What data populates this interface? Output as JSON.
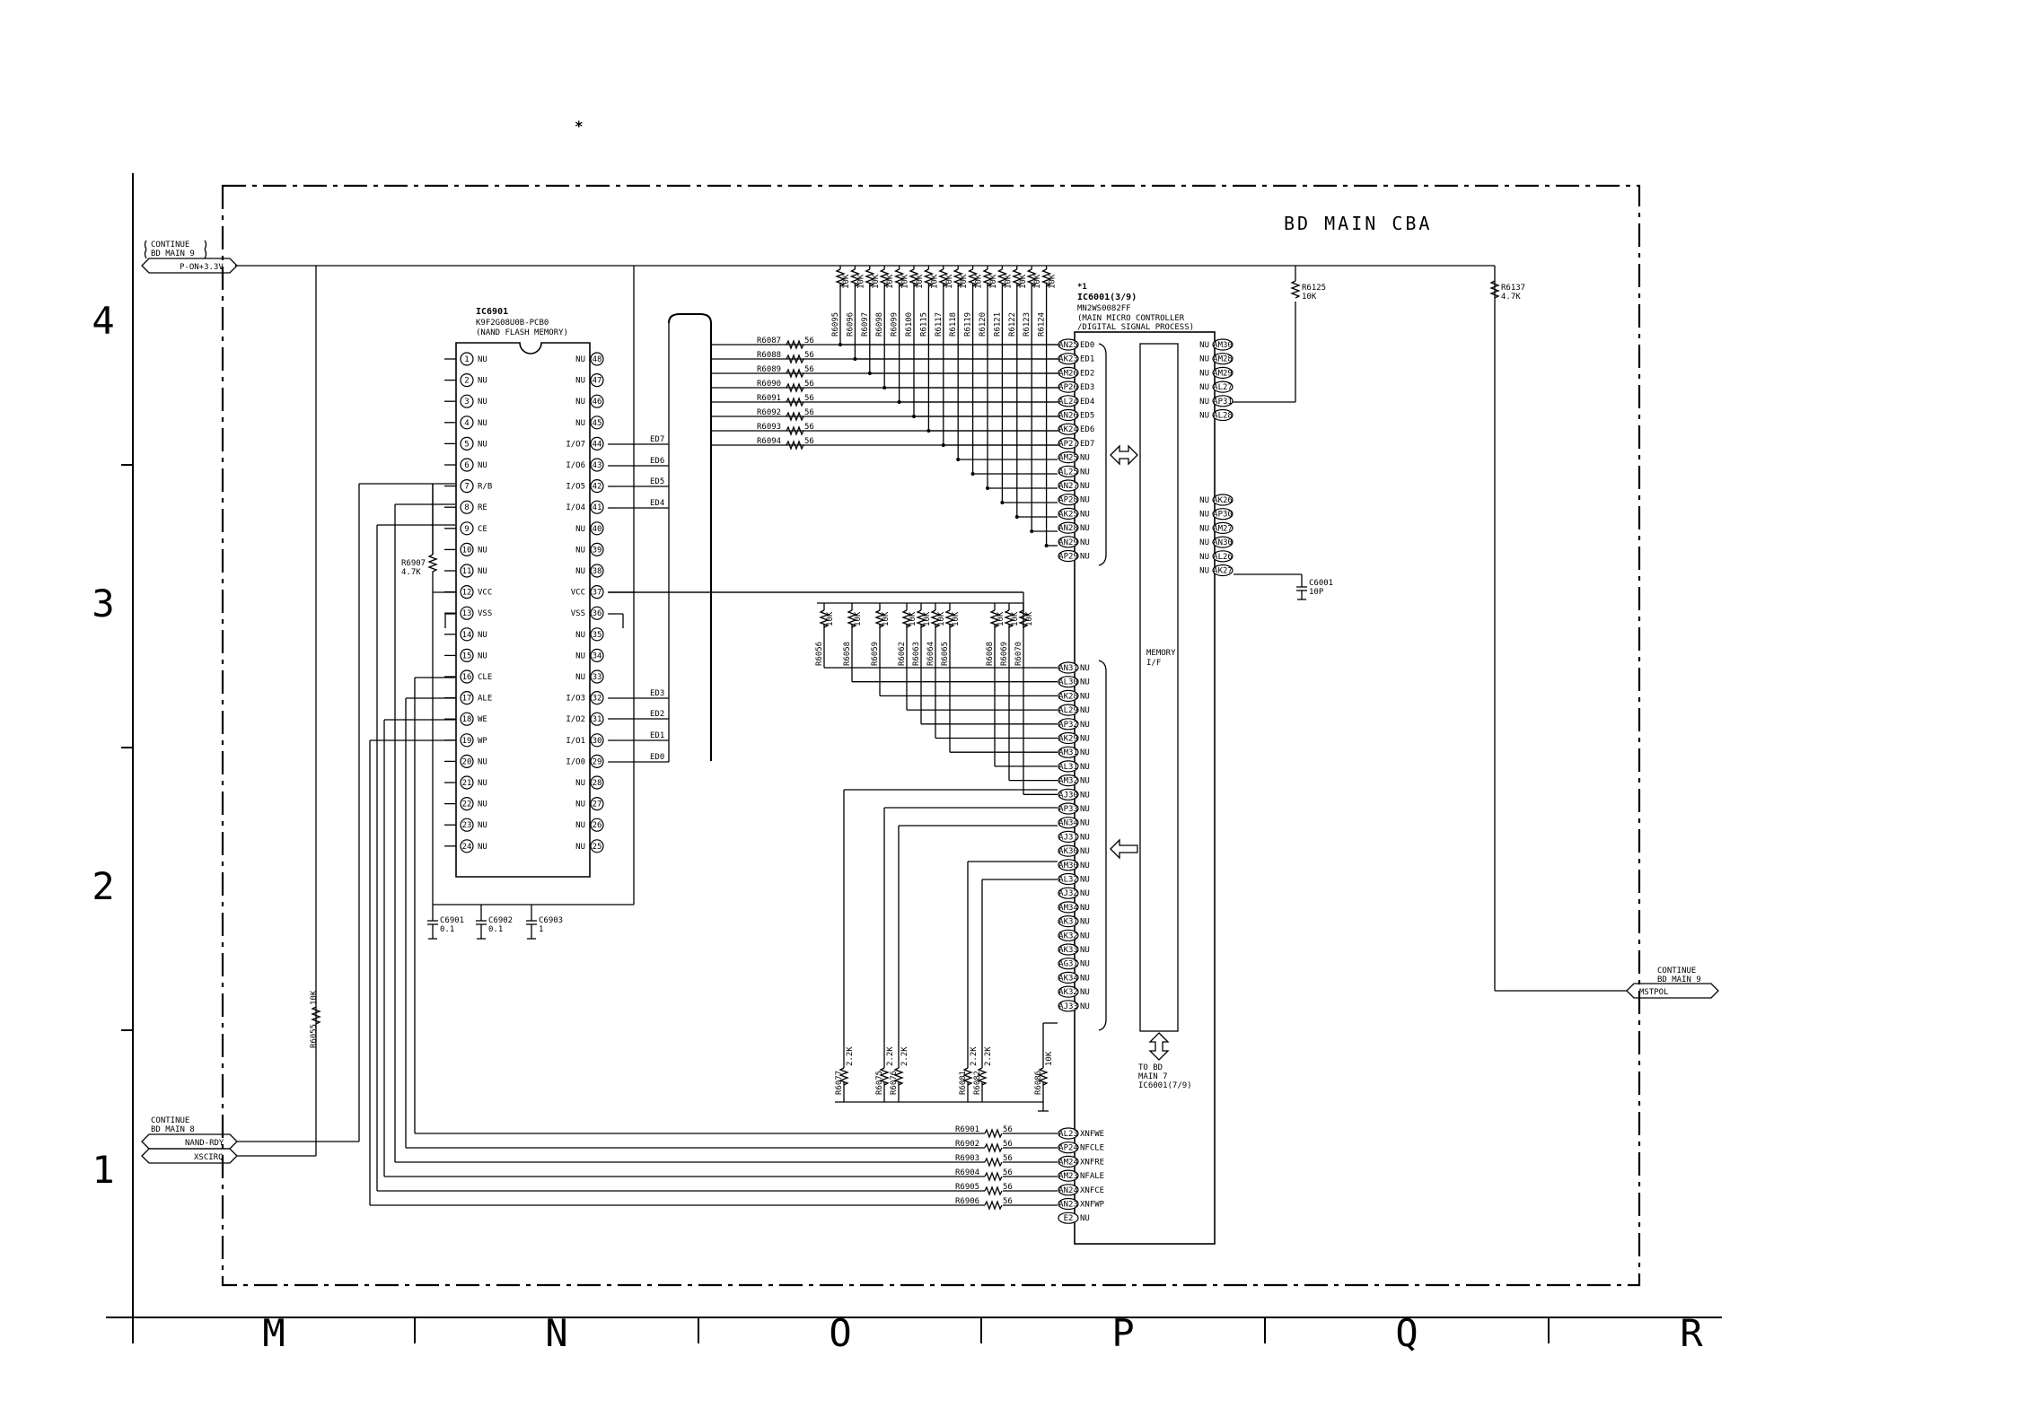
{
  "header": {
    "mark": "*"
  },
  "board_title": "BD MAIN CBA",
  "grid": {
    "rows": [
      "4",
      "3",
      "2",
      "1"
    ],
    "cols": [
      "M",
      "N",
      "O",
      "P",
      "Q",
      "R"
    ]
  },
  "connectors": {
    "top_left": {
      "note": [
        "CONTINUE",
        "BD MAIN 9"
      ],
      "signal": "P-ON+3.3V"
    },
    "bottom_left": {
      "note": [
        "CONTINUE",
        "BD MAIN 8"
      ],
      "signals": [
        "NAND-RDY",
        "XSCIRQ"
      ]
    },
    "right": {
      "note": [
        "CONTINUE",
        "BD MAIN 9"
      ],
      "signal": "MSTPOL"
    }
  },
  "ic6901": {
    "ref": "IC6901",
    "part": "K9F2G08U0B-PCB0",
    "desc": "(NAND FLASH MEMORY)",
    "left_pins": [
      {
        "n": "1",
        "l": "NU"
      },
      {
        "n": "2",
        "l": "NU"
      },
      {
        "n": "3",
        "l": "NU"
      },
      {
        "n": "4",
        "l": "NU"
      },
      {
        "n": "5",
        "l": "NU"
      },
      {
        "n": "6",
        "l": "NU"
      },
      {
        "n": "7",
        "l": "R/B"
      },
      {
        "n": "8",
        "l": "RE"
      },
      {
        "n": "9",
        "l": "CE"
      },
      {
        "n": "10",
        "l": "NU"
      },
      {
        "n": "11",
        "l": "NU"
      },
      {
        "n": "12",
        "l": "VCC"
      },
      {
        "n": "13",
        "l": "VSS"
      },
      {
        "n": "14",
        "l": "NU"
      },
      {
        "n": "15",
        "l": "NU"
      },
      {
        "n": "16",
        "l": "CLE"
      },
      {
        "n": "17",
        "l": "ALE"
      },
      {
        "n": "18",
        "l": "WE"
      },
      {
        "n": "19",
        "l": "WP"
      },
      {
        "n": "20",
        "l": "NU"
      },
      {
        "n": "21",
        "l": "NU"
      },
      {
        "n": "22",
        "l": "NU"
      },
      {
        "n": "23",
        "l": "NU"
      },
      {
        "n": "24",
        "l": "NU"
      }
    ],
    "right_pins": [
      {
        "n": "48",
        "l": "NU"
      },
      {
        "n": "47",
        "l": "NU"
      },
      {
        "n": "46",
        "l": "NU"
      },
      {
        "n": "45",
        "l": "NU"
      },
      {
        "n": "44",
        "l": "I/O7"
      },
      {
        "n": "43",
        "l": "I/O6"
      },
      {
        "n": "42",
        "l": "I/O5"
      },
      {
        "n": "41",
        "l": "I/O4"
      },
      {
        "n": "40",
        "l": "NU"
      },
      {
        "n": "39",
        "l": "NU"
      },
      {
        "n": "38",
        "l": "NU"
      },
      {
        "n": "37",
        "l": "VCC"
      },
      {
        "n": "36",
        "l": "VSS"
      },
      {
        "n": "35",
        "l": "NU"
      },
      {
        "n": "34",
        "l": "NU"
      },
      {
        "n": "33",
        "l": "NU"
      },
      {
        "n": "32",
        "l": "I/O3"
      },
      {
        "n": "31",
        "l": "I/O2"
      },
      {
        "n": "30",
        "l": "I/O1"
      },
      {
        "n": "29",
        "l": "I/O0"
      },
      {
        "n": "28",
        "l": "NU"
      },
      {
        "n": "27",
        "l": "NU"
      },
      {
        "n": "26",
        "l": "NU"
      },
      {
        "n": "25",
        "l": "NU"
      }
    ],
    "bus_labels": [
      "ED7",
      "ED6",
      "ED5",
      "ED4",
      "ED3",
      "ED2",
      "ED1",
      "ED0"
    ]
  },
  "ic6001": {
    "mark": "*1",
    "ref": "IC6001(3/9)",
    "part": "MN2WS0082FF",
    "desc1": "(MAIN MICRO CONTROLLER",
    "desc2": "/DIGITAL SIGNAL PROCESS)",
    "memory_if": [
      "MEMORY",
      "I/F"
    ],
    "to_note": [
      "TO BD",
      "MAIN 7",
      "IC6001(7/9)"
    ],
    "left_top": [
      {
        "b": "AN25",
        "l": "ED0"
      },
      {
        "b": "AK23",
        "l": "ED1"
      },
      {
        "b": "AM26",
        "l": "ED2"
      },
      {
        "b": "AP26",
        "l": "ED3"
      },
      {
        "b": "AL24",
        "l": "ED4"
      },
      {
        "b": "AN26",
        "l": "ED5"
      },
      {
        "b": "AK24",
        "l": "ED6"
      },
      {
        "b": "AP27",
        "l": "ED7"
      },
      {
        "b": "AM25",
        "l": "NU"
      },
      {
        "b": "AL25",
        "l": "NU"
      },
      {
        "b": "AN27",
        "l": "NU"
      },
      {
        "b": "AP28",
        "l": "NU"
      },
      {
        "b": "AK25",
        "l": "NU"
      },
      {
        "b": "AN28",
        "l": "NU"
      },
      {
        "b": "AN29",
        "l": "NU"
      },
      {
        "b": "AP29",
        "l": "NU"
      }
    ],
    "left_mid": [
      {
        "b": "AN31",
        "l": "NU"
      },
      {
        "b": "AL30",
        "l": "NU"
      },
      {
        "b": "AK28",
        "l": "NU"
      },
      {
        "b": "AL29",
        "l": "NU"
      },
      {
        "b": "AP32",
        "l": "NU"
      },
      {
        "b": "AK29",
        "l": "NU"
      },
      {
        "b": "AM31",
        "l": "NU"
      },
      {
        "b": "AL31",
        "l": "NU"
      },
      {
        "b": "AM32",
        "l": "NU"
      },
      {
        "b": "AJ30",
        "l": "NU"
      },
      {
        "b": "AP33",
        "l": "NU"
      },
      {
        "b": "AN34",
        "l": "NU"
      },
      {
        "b": "AJ31",
        "l": "NU"
      },
      {
        "b": "AK30",
        "l": "NU"
      },
      {
        "b": "AM30",
        "l": "NU"
      },
      {
        "b": "AL32",
        "l": "NU"
      },
      {
        "b": "AJ32",
        "l": "NU"
      },
      {
        "b": "AM34",
        "l": "NU"
      },
      {
        "b": "AK31",
        "l": "NU"
      },
      {
        "b": "AK32",
        "l": "NU"
      },
      {
        "b": "AK33",
        "l": "NU"
      },
      {
        "b": "AG31",
        "l": "NU"
      },
      {
        "b": "AK34",
        "l": "NU"
      },
      {
        "b": "AK32",
        "l": "NU"
      },
      {
        "b": "AJ33",
        "l": "NU"
      }
    ],
    "left_bot": [
      {
        "b": "AL23",
        "l": "XNFWE"
      },
      {
        "b": "AP24",
        "l": "NFCLE"
      },
      {
        "b": "AM24",
        "l": "XNFRE"
      },
      {
        "b": "AM23",
        "l": "NFALE"
      },
      {
        "b": "AN24",
        "l": "XNFCE"
      },
      {
        "b": "AN23",
        "l": "XNFWP"
      },
      {
        "b": "E2",
        "l": "NU"
      }
    ],
    "right_top": [
      {
        "b": "AM30",
        "l": "NU"
      },
      {
        "b": "AM28",
        "l": "NU"
      },
      {
        "b": "AM29",
        "l": "NU"
      },
      {
        "b": "AL27",
        "l": "NU"
      },
      {
        "b": "AP31",
        "l": "NU"
      },
      {
        "b": "AL28",
        "l": "NU"
      }
    ],
    "right_mid": [
      {
        "b": "AK26",
        "l": "NU"
      },
      {
        "b": "AP30",
        "l": "NU"
      },
      {
        "b": "AM27",
        "l": "NU"
      },
      {
        "b": "AN30",
        "l": "NU"
      },
      {
        "b": "AL26",
        "l": "NU"
      },
      {
        "b": "AK27",
        "l": "NU"
      }
    ]
  },
  "res_series_top": [
    {
      "r": "R6087",
      "v": "56"
    },
    {
      "r": "R6088",
      "v": "56"
    },
    {
      "r": "R6089",
      "v": "56"
    },
    {
      "r": "R6090",
      "v": "56"
    },
    {
      "r": "R6091",
      "v": "56"
    },
    {
      "r": "R6092",
      "v": "56"
    },
    {
      "r": "R6093",
      "v": "56"
    },
    {
      "r": "R6094",
      "v": "56"
    }
  ],
  "res_series_bot": [
    {
      "r": "R6901",
      "v": "56"
    },
    {
      "r": "R6902",
      "v": "56"
    },
    {
      "r": "R6903",
      "v": "56"
    },
    {
      "r": "R6904",
      "v": "56"
    },
    {
      "r": "R6905",
      "v": "56"
    },
    {
      "r": "R6906",
      "v": "56"
    }
  ],
  "res_pullup_top": [
    {
      "r": "R6095",
      "v": "10K"
    },
    {
      "r": "R6096",
      "v": "10K"
    },
    {
      "r": "R6097",
      "v": "10K"
    },
    {
      "r": "R6098",
      "v": "10K"
    },
    {
      "r": "R6099",
      "v": "10K"
    },
    {
      "r": "R6100",
      "v": "10K"
    },
    {
      "r": "R6115",
      "v": "10K"
    },
    {
      "r": "R6117",
      "v": "10K"
    },
    {
      "r": "R6118",
      "v": "10K"
    },
    {
      "r": "R6119",
      "v": "10K"
    },
    {
      "r": "R6120",
      "v": "10K"
    },
    {
      "r": "R6121",
      "v": "10K"
    },
    {
      "r": "R6122",
      "v": "10K"
    },
    {
      "r": "R6123",
      "v": "10K"
    },
    {
      "r": "R6124",
      "v": "10K"
    }
  ],
  "res_pullup_mid": [
    {
      "r": "R6056",
      "v": "10K"
    },
    {
      "r": "R6058",
      "v": "10K"
    },
    {
      "r": "R6059",
      "v": "10K"
    },
    {
      "r": "R6062",
      "v": "10K"
    },
    {
      "r": "R6063",
      "v": "10K"
    },
    {
      "r": "R6064",
      "v": "10K"
    },
    {
      "r": "R6065",
      "v": "10K"
    },
    {
      "r": "R6068",
      "v": "10K"
    },
    {
      "r": "R6069",
      "v": "10K"
    },
    {
      "r": "R6070",
      "v": "10K"
    }
  ],
  "res_pulldown": [
    {
      "r": "R6077",
      "v": "2.2K"
    },
    {
      "r": "R6075",
      "v": "2.2K"
    },
    {
      "r": "R6076",
      "v": "2.2K"
    },
    {
      "r": "R6081",
      "v": "2.2K"
    },
    {
      "r": "R6082",
      "v": "2.2K"
    },
    {
      "r": "R6086",
      "v": "10K"
    }
  ],
  "res_misc": [
    {
      "r": "R6125",
      "v": "10K"
    },
    {
      "r": "R6137",
      "v": "4.7K"
    },
    {
      "r": "R6907",
      "v": "4.7K"
    },
    {
      "r": "R6055",
      "v": "10K"
    }
  ],
  "caps": [
    {
      "r": "C6901",
      "v": "0.1"
    },
    {
      "r": "C6902",
      "v": "0.1"
    },
    {
      "r": "C6903",
      "v": "1"
    },
    {
      "r": "C6001",
      "v": "10P"
    }
  ]
}
